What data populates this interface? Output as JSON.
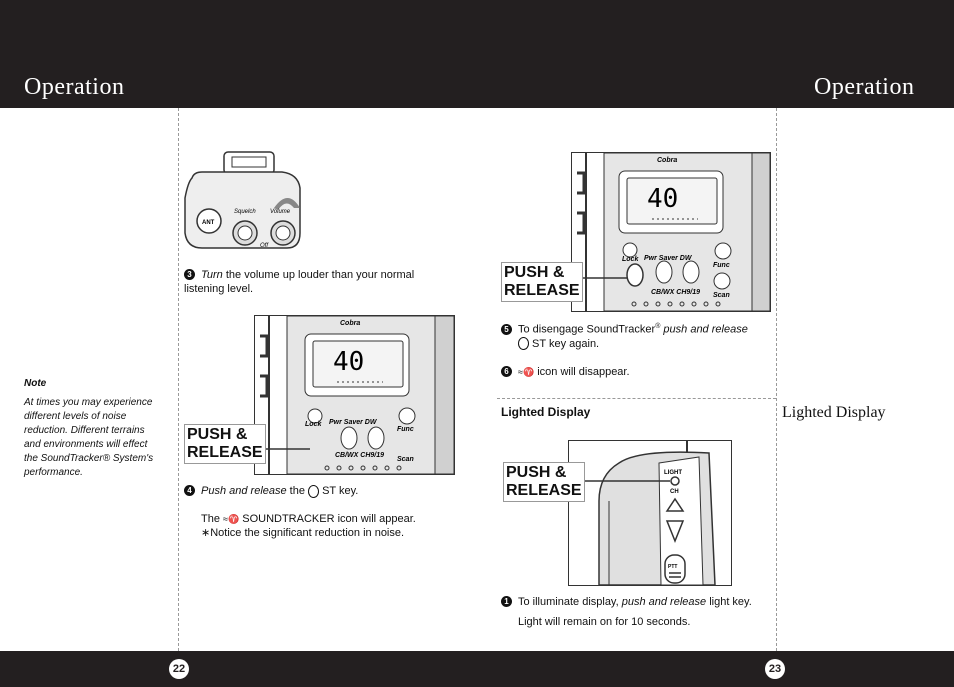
{
  "header": {
    "left_title": "Operation",
    "right_title": "Operation"
  },
  "footer": {
    "left_page": "22",
    "right_page": "23"
  },
  "note": {
    "title": "Note",
    "body": "At times you may experience different levels of noise reduction. Different terrains and environments will effect the SoundTracker® System's performance."
  },
  "knob_figure": {
    "ant": "ANT",
    "squelch": "Squelch",
    "volume": "Volume",
    "off": "Off"
  },
  "radio": {
    "brand": "Cobra",
    "channel": "40",
    "lock": "Lock",
    "pwr_saver": "Pwr Saver DW",
    "func": "Func",
    "cbwx": "CB/WX CH9/19",
    "scan": "Scan"
  },
  "push_label_line1": "PUSH &",
  "push_label_line2": "RELEASE",
  "steps": {
    "s3": {
      "num": "3",
      "italic": "Turn",
      "rest": " the volume up louder than your normal listening level."
    },
    "s4": {
      "num": "4",
      "italic": "Push and release",
      "rest_a": " the ",
      "rest_b": " ST key.",
      "line2_a": "The ",
      "line2_b": " SOUNDTRACKER icon will appear.",
      "line3": "∗Notice the significant reduction in noise."
    },
    "s5": {
      "num": "5",
      "text_a": "To disengage SoundTracker",
      "reg": "®",
      "italic": " push and release",
      "text_b": " ST key again."
    },
    "s6": {
      "num": "6",
      "text": " icon will disappear."
    },
    "s1": {
      "num": "1",
      "text_a": "To illuminate display, ",
      "italic": "push and release",
      "text_b": " light key.",
      "line2": "Light will remain on for 10 seconds."
    }
  },
  "lighted": {
    "section": "Lighted Display",
    "side": "Lighted Display",
    "light": "LIGHT",
    "ch": "CH",
    "ptt": "PTT"
  }
}
